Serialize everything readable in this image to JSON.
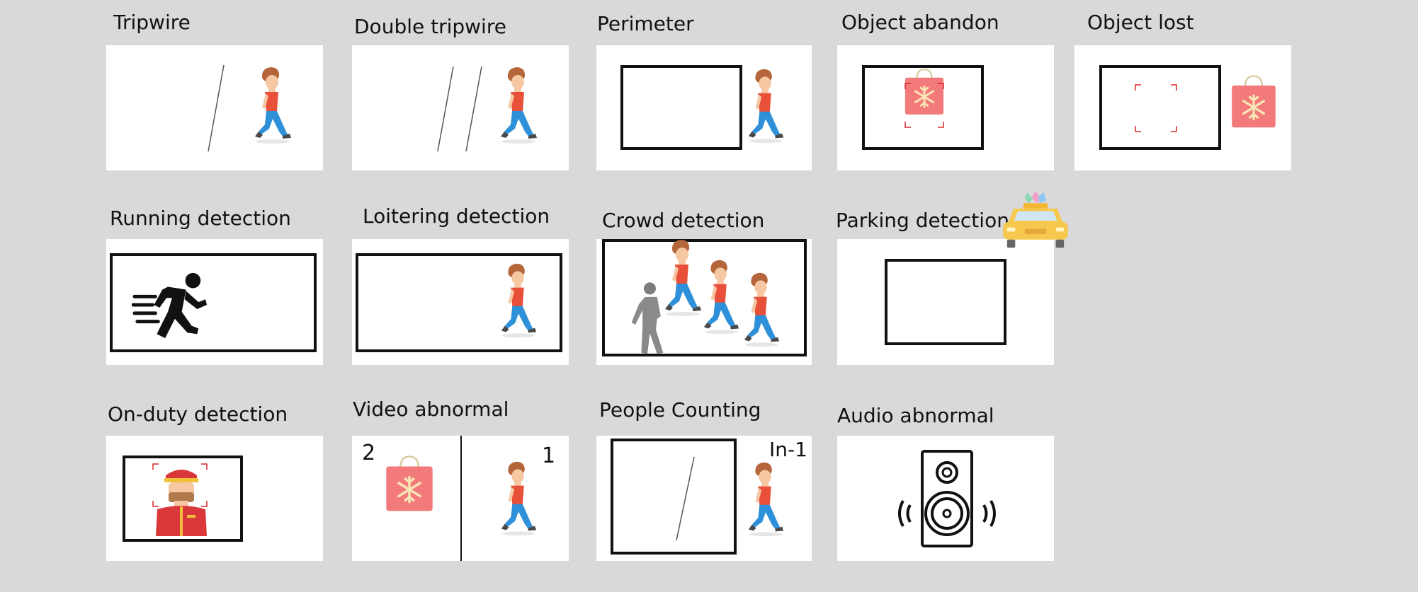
{
  "tiles": {
    "tripwire": {
      "label": "Tripwire"
    },
    "double_tripwire": {
      "label": "Double tripwire"
    },
    "perimeter": {
      "label": "Perimeter"
    },
    "object_abandon": {
      "label": "Object abandon"
    },
    "object_lost": {
      "label": "Object lost"
    },
    "running_detection": {
      "label": "Running detection"
    },
    "loitering_detection": {
      "label": "Loitering detection"
    },
    "crowd_detection": {
      "label": "Crowd detection"
    },
    "parking_detection": {
      "label": "Parking detection"
    },
    "on_duty_detection": {
      "label": "On-duty detection"
    },
    "video_abnormal": {
      "label": "Video abnormal",
      "left_number": "2",
      "right_number": "1"
    },
    "people_counting": {
      "label": "People Counting",
      "count_text": "In-1"
    },
    "audio_abnormal": {
      "label": "Audio abnormal"
    }
  },
  "colors": {
    "background": "#d9d9d9",
    "card": "#ffffff",
    "walker_shirt": "#e8503a",
    "walker_pants": "#2e90d8",
    "walker_hair": "#b5653a",
    "bag": "#f37a7a",
    "snowflake": "#f8e6b6",
    "car": "#f6c94e",
    "guard": "#d9373a",
    "dashed_box": "#d9262b"
  },
  "icons": [
    "walking-person-icon",
    "shopping-bag-icon",
    "running-person-icon",
    "person-silhouette-icon",
    "taxi-car-icon",
    "guard-icon",
    "speaker-icon"
  ]
}
